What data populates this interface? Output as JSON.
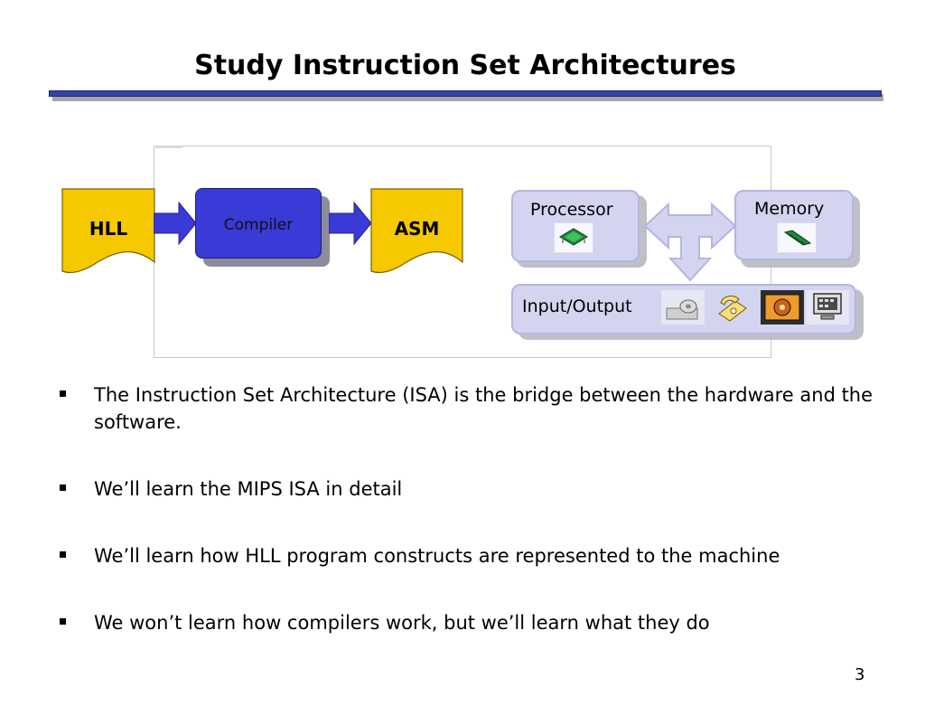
{
  "slide": {
    "title": "Study Instruction Set Architectures",
    "page_number": "3"
  },
  "diagram": {
    "hll_label": "HLL",
    "compiler_label": "Compiler",
    "asm_label": "ASM",
    "processor_label": "Processor",
    "memory_label": "Memory",
    "io_label": "Input/Output",
    "colors": {
      "document_fill": "#f6c800",
      "compiler_fill": "#3a3ad6",
      "system_box_fill": "#d3d4ef",
      "title_rule": "#3344a8"
    },
    "io_icons": [
      "disk-drive-icon",
      "telephone-icon",
      "speaker-icon",
      "monitor-icon"
    ]
  },
  "bullets": [
    "The Instruction Set Architecture (ISA) is the bridge between the hardware and the software.",
    "We’ll learn the MIPS ISA in detail",
    "We’ll learn how HLL program constructs are represented to the machine",
    "We won’t learn how compilers work, but we’ll learn what they do"
  ]
}
